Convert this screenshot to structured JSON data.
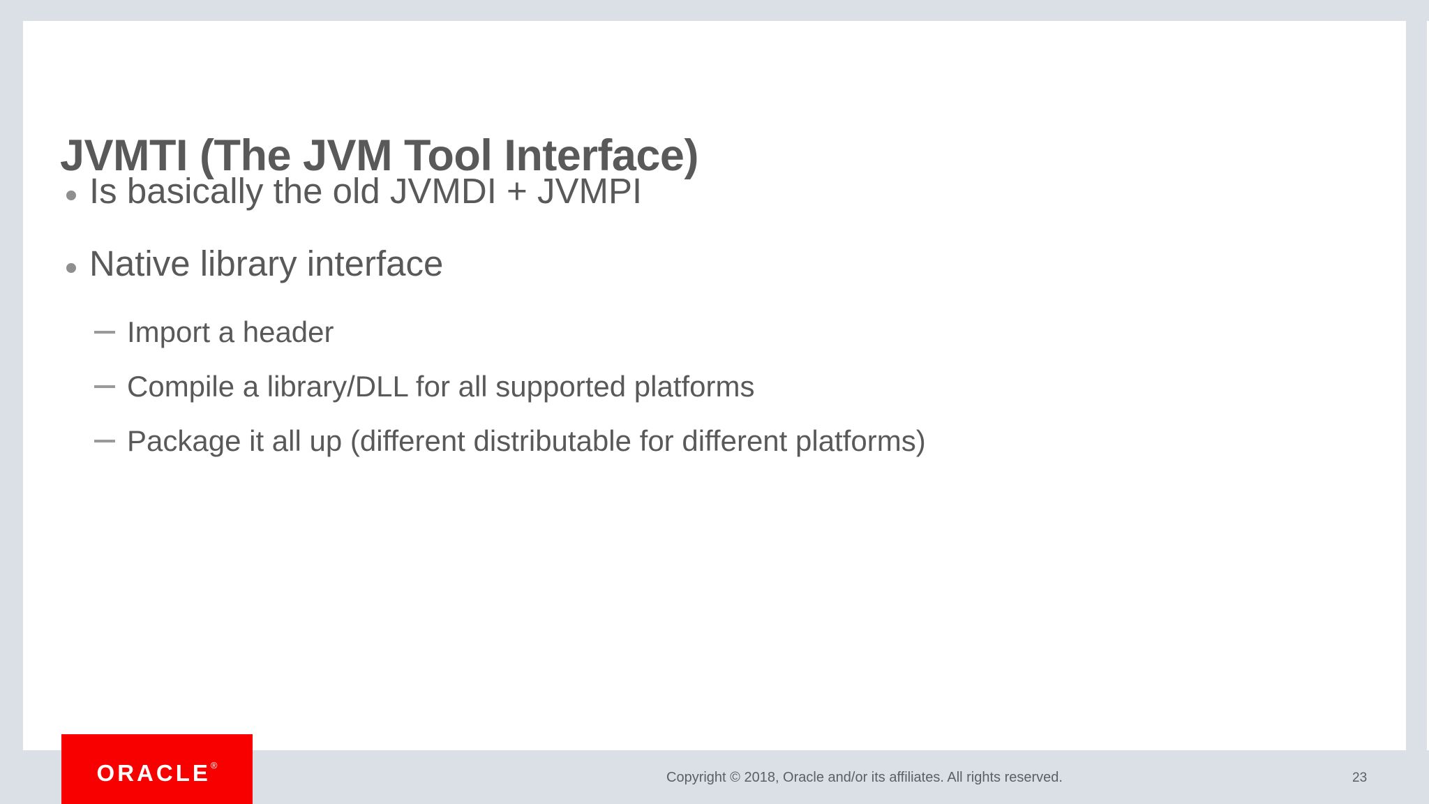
{
  "slide": {
    "title": "JVMTI (The JVM Tool Interface)",
    "bullets": [
      {
        "text": "Is basically the old JVMDI + JVMPI"
      },
      {
        "text": "Native library interface"
      }
    ],
    "sub_bullets": [
      {
        "text": "Import a header"
      },
      {
        "text": "Compile a library/DLL for all supported platforms"
      },
      {
        "text": "Package it all up (different distributable for different platforms)"
      }
    ],
    "icons": {
      "level1_marker": "bullet-dot-icon",
      "level2_marker": "dash-icon"
    }
  },
  "footer": {
    "copyright": "Copyright © 2018, Oracle and/or its affiliates. All rights reserved.",
    "page_number": "23"
  },
  "logo": {
    "text": "ORACLE",
    "registered_mark": "®"
  },
  "colors": {
    "canvas_background": "#dbe0e6",
    "slide_background": "#ffffff",
    "text_gray": "#595959",
    "marker_gray": "#8f8f8f",
    "oracle_red": "#f80000",
    "footer_text": "#5a6064"
  }
}
